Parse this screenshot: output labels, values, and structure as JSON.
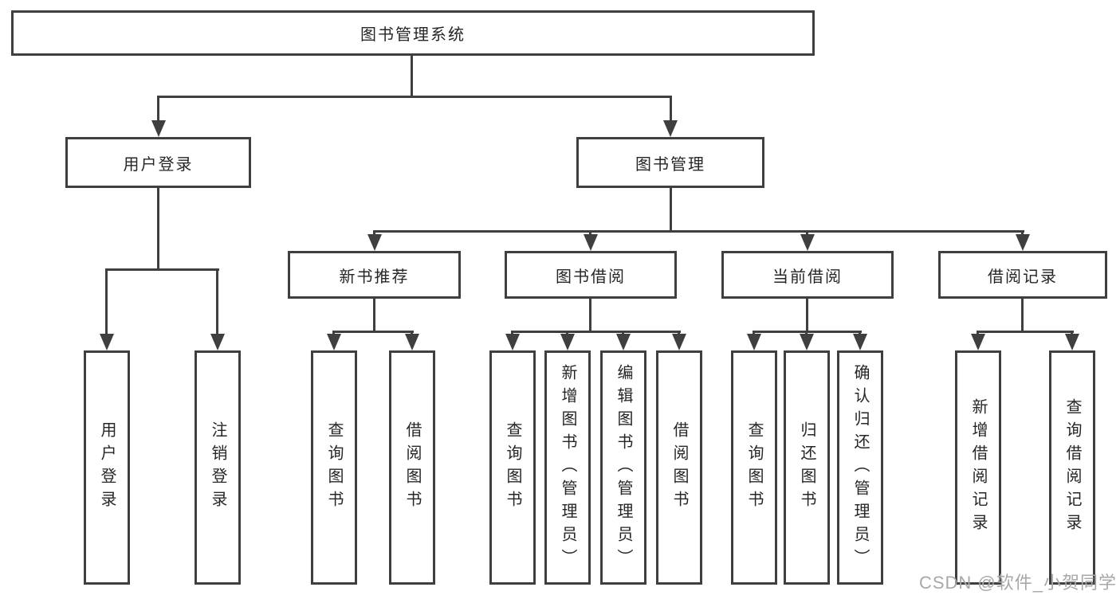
{
  "diagram": {
    "root": {
      "label": "图书管理系统"
    },
    "branches": [
      {
        "label": "用户登录",
        "children": [
          {
            "label": "用户登录"
          },
          {
            "label": "注销登录"
          }
        ]
      },
      {
        "label": "图书管理",
        "children": [
          {
            "label": "新书推荐",
            "children": [
              {
                "label": "查询图书"
              },
              {
                "label": "借阅图书"
              }
            ]
          },
          {
            "label": "图书借阅",
            "children": [
              {
                "label": "查询图书"
              },
              {
                "label": "新增图书（管理员）"
              },
              {
                "label": "编辑图书（管理员）"
              },
              {
                "label": "借阅图书"
              }
            ]
          },
          {
            "label": "当前借阅",
            "children": [
              {
                "label": "查询图书"
              },
              {
                "label": "归还图书"
              },
              {
                "label": "确认归还（管理员）"
              }
            ]
          },
          {
            "label": "借阅记录",
            "children": [
              {
                "label": "新增借阅记录"
              },
              {
                "label": "查询借阅记录"
              }
            ]
          }
        ]
      }
    ],
    "watermark": "CSDN @软件_小贺同学",
    "colors": {
      "line": "#3f3f3f",
      "text": "#262626",
      "background": "#ffffff",
      "watermark": "#a8a8a8"
    }
  }
}
